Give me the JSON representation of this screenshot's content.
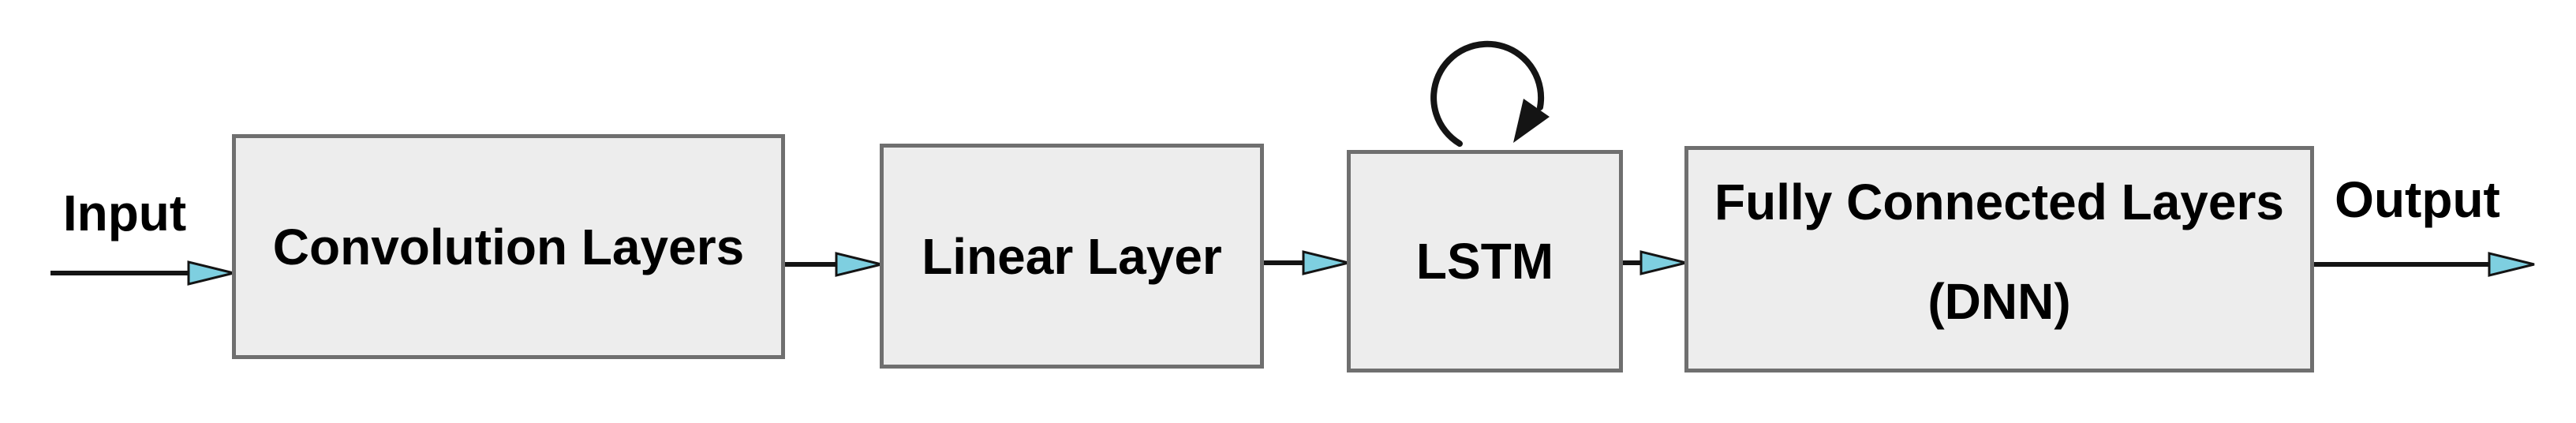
{
  "diagram": {
    "input_label": "Input",
    "output_label": "Output",
    "boxes": [
      {
        "id": "convolution-layers",
        "label": "Convolution Layers"
      },
      {
        "id": "linear-layer",
        "label": "Linear Layer"
      },
      {
        "id": "lstm",
        "label": "LSTM",
        "note": "has recurrent self-loop arrow"
      },
      {
        "id": "fully-connected-layers",
        "label": "Fully Connected Layers",
        "sublabel": "(DNN)"
      }
    ],
    "colors": {
      "background": "#ffffff",
      "box_fill": "#ededed",
      "box_border": "#6f6f6f",
      "arrow_line": "#141414",
      "arrowhead_fill": "#7ecfe0",
      "text": "#000000"
    }
  }
}
